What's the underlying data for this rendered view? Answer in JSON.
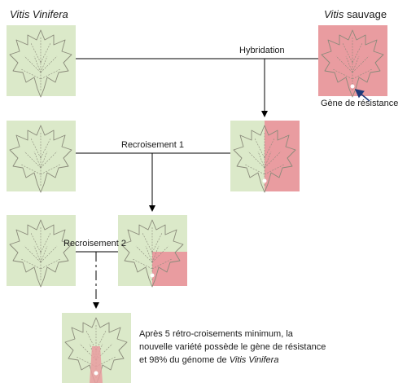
{
  "titles": {
    "left": "Vitis Vinifera",
    "right_species": "Vitis",
    "right_word": "sauvage"
  },
  "labels": {
    "hybridation": "Hybridation",
    "gene": "Gène de résistance",
    "recroisement1": "Recroisement 1",
    "recroisement2": "Recroisement 2"
  },
  "final_text": {
    "part1": "Après 5 rétro-croisements minimum, la nouvelle variété possède le gène de résistance et 98% du génome de ",
    "species": "Vitis Vinifera"
  },
  "colors": {
    "vinifera_bg": "#dbe9c9",
    "wild_bg": "#e99ca0",
    "leaf_line": "#8a8a7a",
    "arrow": "#000000",
    "gene_arrow": "#1f3a7a",
    "gene_dot": "#ffffff"
  },
  "icons": {
    "leaf": "vine-leaf-icon",
    "gene": "gene-dot-icon"
  }
}
